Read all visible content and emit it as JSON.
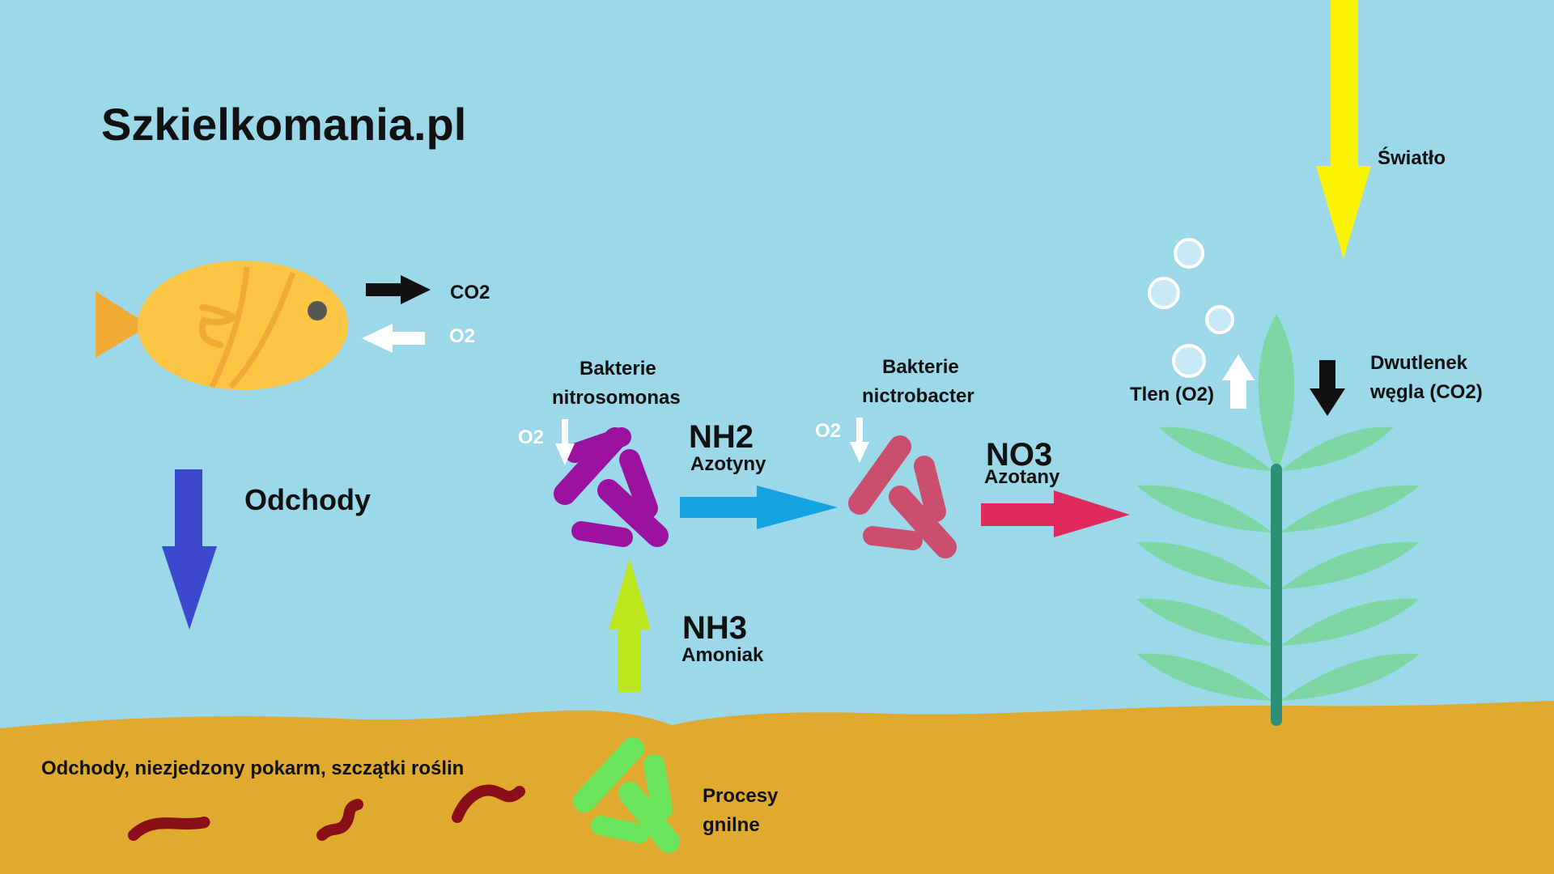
{
  "brand": {
    "title": "Szkielkomania.pl"
  },
  "fish": {
    "co2_label": "CO2",
    "o2_label": "O2"
  },
  "waste": {
    "label": "Odchody"
  },
  "nitrosomonas": {
    "line1": "Bakterie",
    "line2": "nitrosomonas",
    "o2_label": "O2"
  },
  "nitrobacter": {
    "line1": "Bakterie",
    "line2": "nictrobacter",
    "o2_label": "O2"
  },
  "nh2": {
    "formula": "NH2",
    "name": "Azotyny"
  },
  "no3": {
    "formula": "NO3",
    "name": "Azotany"
  },
  "nh3": {
    "formula": "NH3",
    "name": "Amoniak"
  },
  "plant": {
    "light_label": "Światło",
    "oxygen_label": "Tlen (O2)",
    "co2_line1": "Dwutlenek",
    "co2_line2": "węgla (CO2)"
  },
  "substrate": {
    "label": "Odchody, niezjedzony pokarm, szczątki roślin",
    "decay_line1": "Procesy",
    "decay_line2": "gnilne"
  },
  "colors": {
    "water": "#9ad8ea",
    "sand": "#e0aa2e",
    "fish": "#fcc443",
    "fish_dark": "#f0aa36",
    "waste_arrow": "#3d49cc",
    "nitrite_arrow": "#13a3e1",
    "nitrate_arrow": "#e02a5d",
    "ammonia_arrow": "#bbe61c",
    "light_arrow": "#fbf300",
    "nitrosomonas": "#9b129e",
    "nitrobacter": "#cc4e6e",
    "decay_bacteria": "#6be65c",
    "worm": "#8b0f18",
    "plant_leaf": "#7ed6a5",
    "plant_stem": "#2f8f75"
  }
}
